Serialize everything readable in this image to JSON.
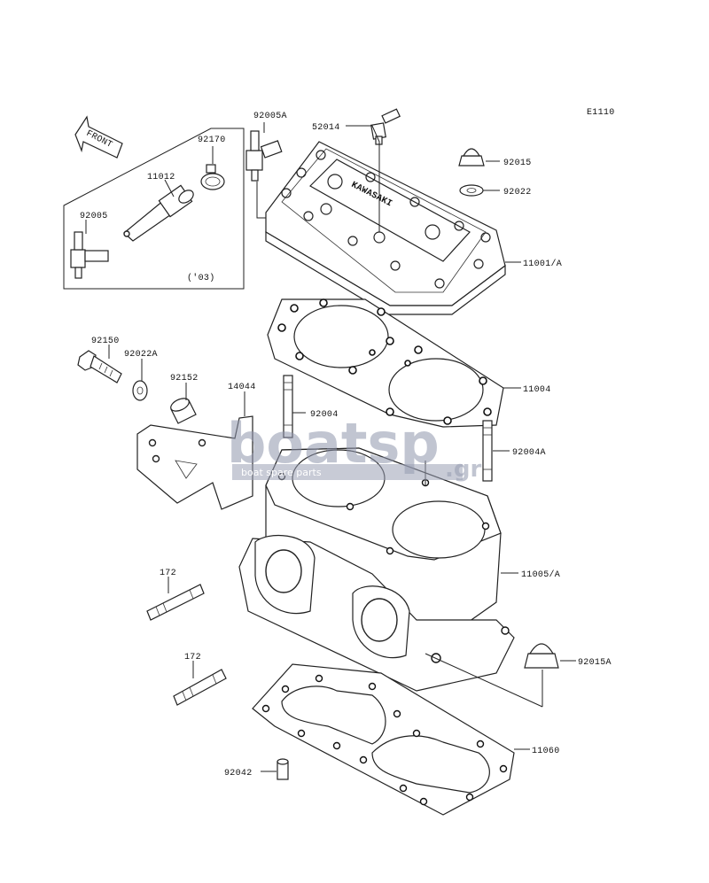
{
  "diagram_code": "E1110",
  "front_label": "FRONT",
  "head_cover_text": "KAWASAKI",
  "inset_note": "('03)",
  "watermark": {
    "main": "boatsp",
    "suffix": ".gr",
    "tagline": "boat spare parts"
  },
  "parts": {
    "p92005A": "92005A",
    "p52014": "52014",
    "p92170": "92170",
    "p11012": "11012",
    "p92005": "92005",
    "p92015": "92015",
    "p92022": "92022",
    "p11001A": "11001/A",
    "p11004": "11004",
    "p92150": "92150",
    "p92022A": "92022A",
    "p92152": "92152",
    "p14044": "14044",
    "p92004": "92004",
    "p92004A": "92004A",
    "p172a": "172",
    "p11005A": "11005/A",
    "p172b": "172",
    "p92015A": "92015A",
    "p11060": "11060",
    "p92042": "92042"
  }
}
